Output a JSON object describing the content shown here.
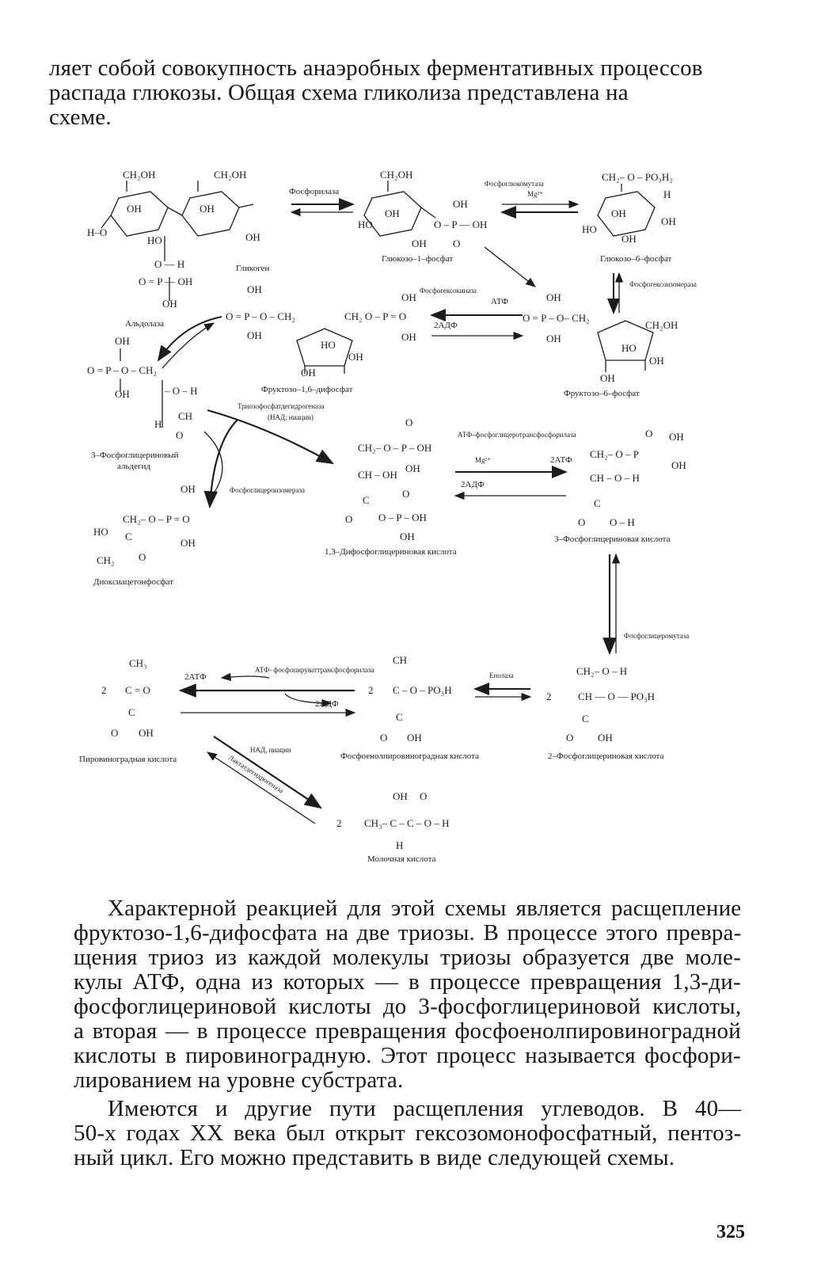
{
  "intro_lines": [
    "ляет собой совокупность анаэробных ферментативных процессов",
    "распада глюкозы. Общая схема гликолиза представлена на",
    "схеме."
  ],
  "scheme": {
    "compounds": {
      "glycogen": "Гликоген",
      "g1p": "Глюкозо–1–фосфат",
      "g6p": "Глюкозо–6–фосфат",
      "f6p": "Фруктозо–6–фосфат",
      "f16bp": "Фруктозо–1,6–дифосфат",
      "gap": "3–Фосфоглицериновый альдегид",
      "dhap": "Диоксиацетонфосфат",
      "bpg": "1,3–Дифосфоглицериновая кислота",
      "pg3": "3–Фосфоглицериновая кислота",
      "pg2": "2–Фосфоглицериновая кислота",
      "pep": "Фосфоенолпировиноградная кислота",
      "pyruvate": "Пировиноградная кислота",
      "lactate": "Молочная кислота"
    },
    "enzymes": {
      "phosphorylase": "Фосфорилаза",
      "phosphoglucomutase": "Фосфоглюкомутаза",
      "mg": "Mg²⁺",
      "isomerase": "Фосфогексоизомераза",
      "hexokinase": "Фосфогексокиназа",
      "aldolase": "Альдолаза",
      "gapdh": "Триозофосфатдегидрогеназа",
      "gapdh_cofactor": "(НАД; ниацин)",
      "tpi": "Фосфоглицероизомераза",
      "pgk": "АТФ–фосфоглицеро­трансфосфорилаза",
      "pgm": "Фосфоглицеромутаза",
      "enolase": "Енолаза",
      "pk": "АТФ- фосфопируват­трансфосфорилаза",
      "ldh": "Лактатдегидрогеназа",
      "nad_niacin": "НАД, ниацин"
    },
    "cofactors": {
      "atp": "АТФ",
      "adp": "2АДФ",
      "atp2": "2АТФ",
      "adp2": "2АДФ"
    },
    "coefficient": "2"
  },
  "body_lines": [
    "Характерной реакцией для этой схемы является расщепление",
    "фруктозо-1,6-дифосфата на две триозы. В процессе этого превра-",
    "щения триоз из каждой молекулы триозы образуется две моле-",
    "кулы АТФ, одна из которых — в процессе превращения 1,3-ди-",
    "фосфоглицериновой кислоты до 3-фосфоглицериновой кислоты,",
    "а вторая — в процессе превращения фосфоенолпировиноградной",
    "кислоты в пировиноградную. Этот процесс называется фосфори-",
    "лированием на уровне субстрата.",
    "Имеются и другие пути расщепления углеводов. В 40—",
    "50-х годах XX века был открыт гексозомонофосфатный, пентоз-",
    "ный цикл. Его можно представить в виде следующей схемы."
  ],
  "page_number": "325"
}
